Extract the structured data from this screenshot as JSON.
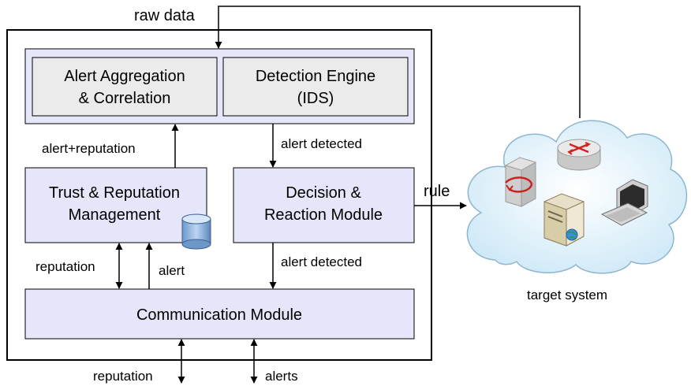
{
  "labels": {
    "raw_data": "raw data",
    "alert_reputation": "alert+reputation",
    "alert_detected_top": "alert detected",
    "alert_detected_bottom": "alert detected",
    "reputation_left": "reputation",
    "alert_left": "alert",
    "rule": "rule",
    "target_system": "target system",
    "reputation_bottom": "reputation",
    "alerts_bottom": "alerts"
  },
  "boxes": {
    "alert_aggregation": [
      "Alert Aggregation",
      "& Correlation"
    ],
    "detection_engine": [
      "Detection Engine",
      "(IDS)"
    ],
    "trust_reputation": [
      "Trust & Reputation",
      "Management"
    ],
    "decision_reaction": [
      "Decision &",
      "Reaction Module"
    ],
    "communication": "Communication Module"
  },
  "icons": [
    "database-icon",
    "router-icon",
    "firewall-icon",
    "server-icon",
    "workstation-icon",
    "cloud-icon"
  ],
  "colors": {
    "module_fill": "#e6e6fa",
    "inner_fill": "#ebebeb",
    "cloud_fill": "#dff1fb",
    "stroke": "#000000"
  }
}
